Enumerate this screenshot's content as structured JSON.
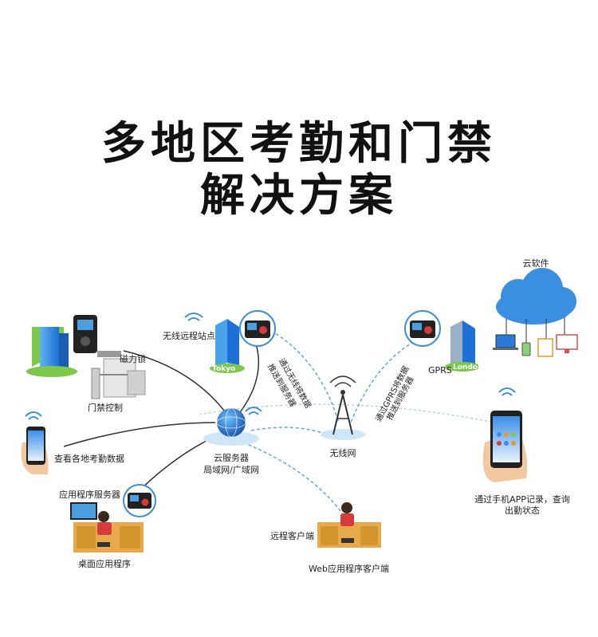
{
  "title": {
    "line1": "多地区考勤和门禁",
    "line2": "解决方案"
  },
  "labels": {
    "cloud_software": "云软件",
    "wireless_remote_site": "无线远程站点",
    "tokyo": "Tokyo",
    "magnetic_lock": "磁力锁",
    "access_control": "门禁控制",
    "gprs": "GPRS",
    "london": "London",
    "via_wireless_push": "通过无线将数据",
    "push_to_server_1": "推送到服务器",
    "via_gprs_push": "通过GPRS将数据",
    "push_to_server_2": "推送到服务器",
    "view_attendance": "查看各地考勤数据",
    "cloud_server": "云服务器",
    "lan_wan": "局域网/广域网",
    "wireless_net": "无线网",
    "app_record_line1": "通过手机APP记录，查询",
    "app_record_line2": "出勤状态",
    "app_server": "应用程序服务器",
    "remote_client": "远程客户端",
    "desktop_app": "桌面应用程序",
    "web_client": "Web应用程序客户端"
  },
  "colors": {
    "accent": "#1e6fd6",
    "cloud": "#3a8fe0",
    "line_dark": "#333333",
    "line_blue": "#5aa8e6",
    "desk": "#e8a94a"
  }
}
